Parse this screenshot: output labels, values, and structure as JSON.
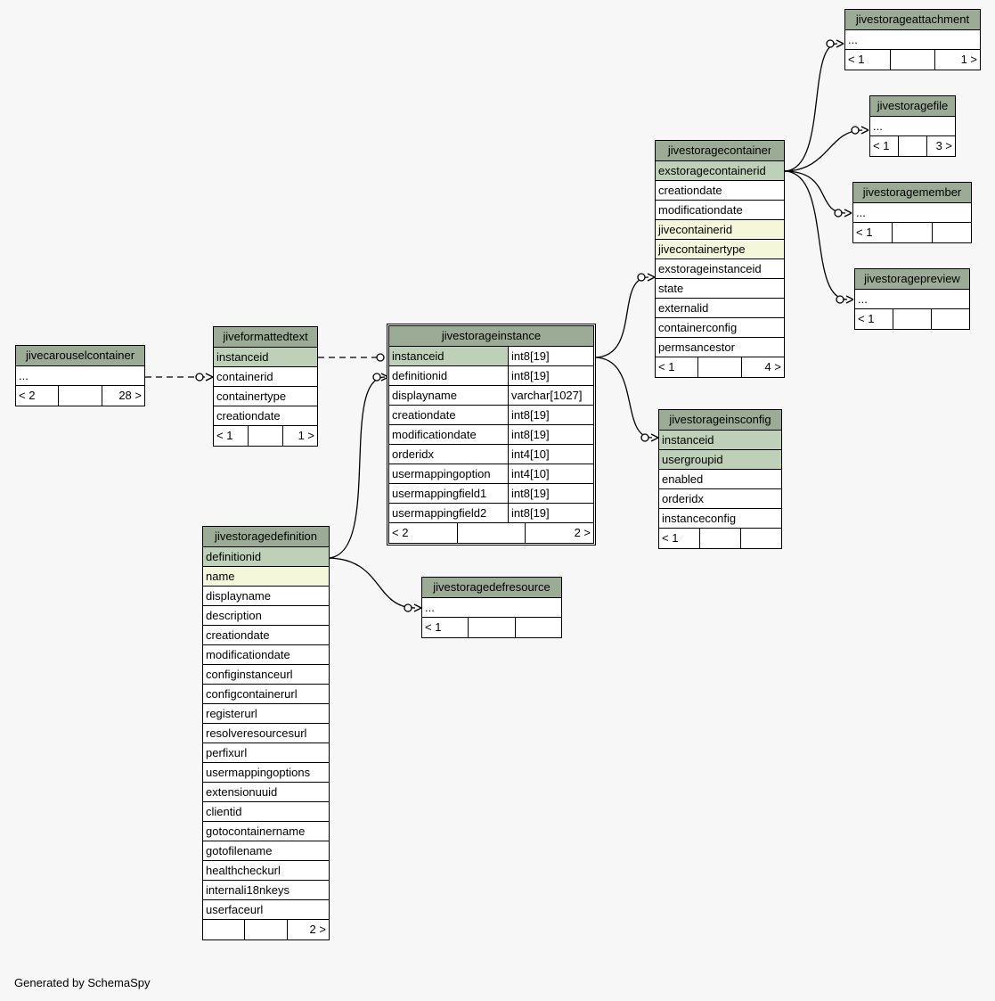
{
  "footer": "Generated by SchemaSpy",
  "colors": {
    "header": "#9bab96",
    "primary_key": "#bed1b8",
    "indexed": "#f4f7da",
    "background": "#f7f7f7"
  },
  "tables": {
    "jivestorageattachment": {
      "name": "jivestorageattachment",
      "rows": [
        {
          "col": "...",
          "kind": ""
        }
      ],
      "footer": [
        "< 1",
        "",
        "1 >"
      ]
    },
    "jivestoragefile": {
      "name": "jivestoragefile",
      "rows": [
        {
          "col": "...",
          "kind": ""
        }
      ],
      "footer": [
        "< 1",
        "",
        "3 >"
      ]
    },
    "jivestoragemember": {
      "name": "jivestoragemember",
      "rows": [
        {
          "col": "...",
          "kind": ""
        }
      ],
      "footer": [
        "< 1",
        "",
        ""
      ]
    },
    "jivestoragepreview": {
      "name": "jivestoragepreview",
      "rows": [
        {
          "col": "...",
          "kind": ""
        }
      ],
      "footer": [
        "< 1",
        "",
        ""
      ]
    },
    "jivestoragecontainer": {
      "name": "jivestoragecontainer",
      "rows": [
        {
          "col": "exstoragecontainerid",
          "kind": "pk"
        },
        {
          "col": "creationdate",
          "kind": ""
        },
        {
          "col": "modificationdate",
          "kind": ""
        },
        {
          "col": "jivecontainerid",
          "kind": "idx"
        },
        {
          "col": "jivecontainertype",
          "kind": "idx"
        },
        {
          "col": "exstorageinstanceid",
          "kind": ""
        },
        {
          "col": "state",
          "kind": ""
        },
        {
          "col": "externalid",
          "kind": ""
        },
        {
          "col": "containerconfig",
          "kind": ""
        },
        {
          "col": "permsancestor",
          "kind": ""
        }
      ],
      "footer": [
        "< 1",
        "",
        "4 >"
      ]
    },
    "jivestorageinsconfig": {
      "name": "jivestorageinsconfig",
      "rows": [
        {
          "col": "instanceid",
          "kind": "pk"
        },
        {
          "col": "usergroupid",
          "kind": "pk"
        },
        {
          "col": "enabled",
          "kind": ""
        },
        {
          "col": "orderidx",
          "kind": ""
        },
        {
          "col": "instanceconfig",
          "kind": ""
        }
      ],
      "footer": [
        "< 1",
        "",
        ""
      ]
    },
    "jivestorageinstance": {
      "name": "jivestorageinstance",
      "rows": [
        {
          "col": "instanceid",
          "type": "int8[19]",
          "kind": "pk"
        },
        {
          "col": "definitionid",
          "type": "int8[19]",
          "kind": ""
        },
        {
          "col": "displayname",
          "type": "varchar[1027]",
          "kind": ""
        },
        {
          "col": "creationdate",
          "type": "int8[19]",
          "kind": ""
        },
        {
          "col": "modificationdate",
          "type": "int8[19]",
          "kind": ""
        },
        {
          "col": "orderidx",
          "type": "int4[10]",
          "kind": ""
        },
        {
          "col": "usermappingoption",
          "type": "int4[10]",
          "kind": ""
        },
        {
          "col": "usermappingfield1",
          "type": "int8[19]",
          "kind": ""
        },
        {
          "col": "usermappingfield2",
          "type": "int8[19]",
          "kind": ""
        }
      ],
      "footer": [
        "< 2",
        "",
        "2 >"
      ]
    },
    "jiveformattedtext": {
      "name": "jiveformattedtext",
      "rows": [
        {
          "col": "instanceid",
          "kind": "pk"
        },
        {
          "col": "containerid",
          "kind": ""
        },
        {
          "col": "containertype",
          "kind": ""
        },
        {
          "col": "creationdate",
          "kind": ""
        }
      ],
      "footer": [
        "< 1",
        "",
        "1 >"
      ]
    },
    "jivecarouselcontainer": {
      "name": "jivecarouselcontainer",
      "rows": [
        {
          "col": "...",
          "kind": ""
        }
      ],
      "footer": [
        "< 2",
        "",
        "28 >"
      ]
    },
    "jivestoragedefresource": {
      "name": "jivestoragedefresource",
      "rows": [
        {
          "col": "...",
          "kind": ""
        }
      ],
      "footer": [
        "< 1",
        "",
        ""
      ]
    },
    "jivestoragedefinition": {
      "name": "jivestoragedefinition",
      "rows": [
        {
          "col": "definitionid",
          "kind": "pk"
        },
        {
          "col": "name",
          "kind": "idx"
        },
        {
          "col": "displayname",
          "kind": ""
        },
        {
          "col": "description",
          "kind": ""
        },
        {
          "col": "creationdate",
          "kind": ""
        },
        {
          "col": "modificationdate",
          "kind": ""
        },
        {
          "col": "configinstanceurl",
          "kind": ""
        },
        {
          "col": "configcontainerurl",
          "kind": ""
        },
        {
          "col": "registerurl",
          "kind": ""
        },
        {
          "col": "resolveresourcesurl",
          "kind": ""
        },
        {
          "col": "perfixurl",
          "kind": ""
        },
        {
          "col": "usermappingoptions",
          "kind": ""
        },
        {
          "col": "extensionuuid",
          "kind": ""
        },
        {
          "col": "clientid",
          "kind": ""
        },
        {
          "col": "gotocontainername",
          "kind": ""
        },
        {
          "col": "gotofilename",
          "kind": ""
        },
        {
          "col": "healthcheckurl",
          "kind": ""
        },
        {
          "col": "internali18nkeys",
          "kind": ""
        },
        {
          "col": "userfaceurl",
          "kind": ""
        }
      ],
      "footer": [
        "",
        "",
        "2 >"
      ]
    }
  }
}
